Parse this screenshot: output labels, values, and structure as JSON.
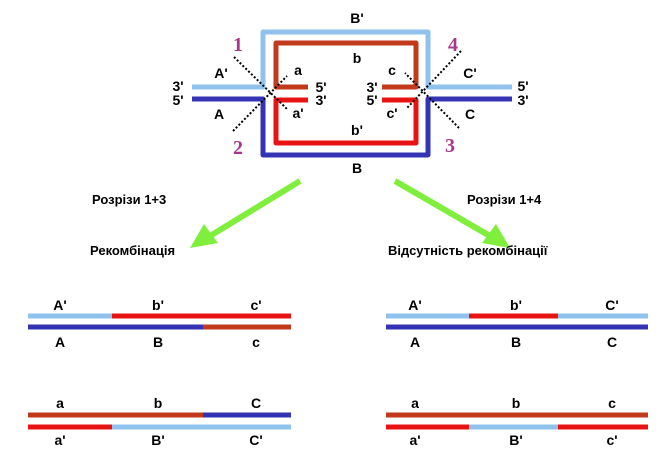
{
  "colors": {
    "light_blue": "#8fc3ee",
    "dark_blue": "#3333b3",
    "orange": "#c23a1c",
    "red": "#e81414",
    "cut_number": "#a8388f",
    "arrow": "#80ee3c"
  },
  "junction": {
    "outer_top": "B'",
    "outer_bottom": "B",
    "inner_top": "b",
    "inner_bottom": "b'",
    "left_top": "A'",
    "left_bottom": "A",
    "right_top": "C'",
    "right_bottom": "C",
    "inner_left_top": "a",
    "inner_left_bottom": "a'",
    "inner_right_top": "c",
    "inner_right_bottom": "c'",
    "end_left_top": "3'",
    "end_left_bottom": "5'",
    "end_right_top": "5'",
    "end_right_bottom": "3'",
    "inner_left_end_top": "5'",
    "inner_left_end_bottom": "3'",
    "inner_right_end_top": "3'",
    "inner_right_end_bottom": "5'",
    "cuts": [
      "1",
      "2",
      "3",
      "4"
    ]
  },
  "left": {
    "cuts": "Розрізи 1+3",
    "result": "Рекомбінація",
    "row1": {
      "top": [
        "A'",
        "b'",
        "c'"
      ],
      "bottom": [
        "A",
        "B",
        "c"
      ]
    },
    "row2": {
      "top": [
        "a",
        "b",
        "C"
      ],
      "bottom": [
        "a'",
        "B'",
        "C'"
      ]
    }
  },
  "right": {
    "cuts": "Розрізи 1+4",
    "result": "Відсутність рекомбінації",
    "row1": {
      "top": [
        "A'",
        "b'",
        "C'"
      ],
      "bottom": [
        "A",
        "B",
        "C"
      ]
    },
    "row2": {
      "top": [
        "a",
        "b",
        "c"
      ],
      "bottom": [
        "a'",
        "B'",
        "c'"
      ]
    }
  }
}
